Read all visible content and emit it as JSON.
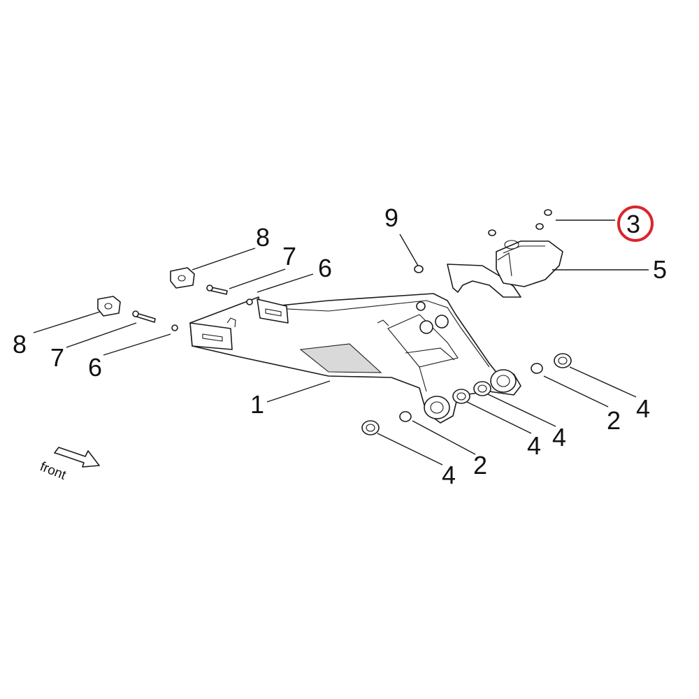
{
  "diagram": {
    "callouts": [
      {
        "id": "c3",
        "label": "3",
        "highlighted": true
      },
      {
        "id": "c5",
        "label": "5"
      },
      {
        "id": "c9",
        "label": "9"
      },
      {
        "id": "c8a",
        "label": "8"
      },
      {
        "id": "c7a",
        "label": "7"
      },
      {
        "id": "c6a",
        "label": "6"
      },
      {
        "id": "c8b",
        "label": "8"
      },
      {
        "id": "c7b",
        "label": "7"
      },
      {
        "id": "c6b",
        "label": "6"
      },
      {
        "id": "c1",
        "label": "1"
      },
      {
        "id": "c2a",
        "label": "2"
      },
      {
        "id": "c4a",
        "label": "4"
      },
      {
        "id": "c4b",
        "label": "4"
      },
      {
        "id": "c4c",
        "label": "4"
      },
      {
        "id": "c2b",
        "label": "2"
      },
      {
        "id": "c4d",
        "label": "4"
      }
    ],
    "front_label": "front",
    "highlight_color": "#d9262c"
  }
}
